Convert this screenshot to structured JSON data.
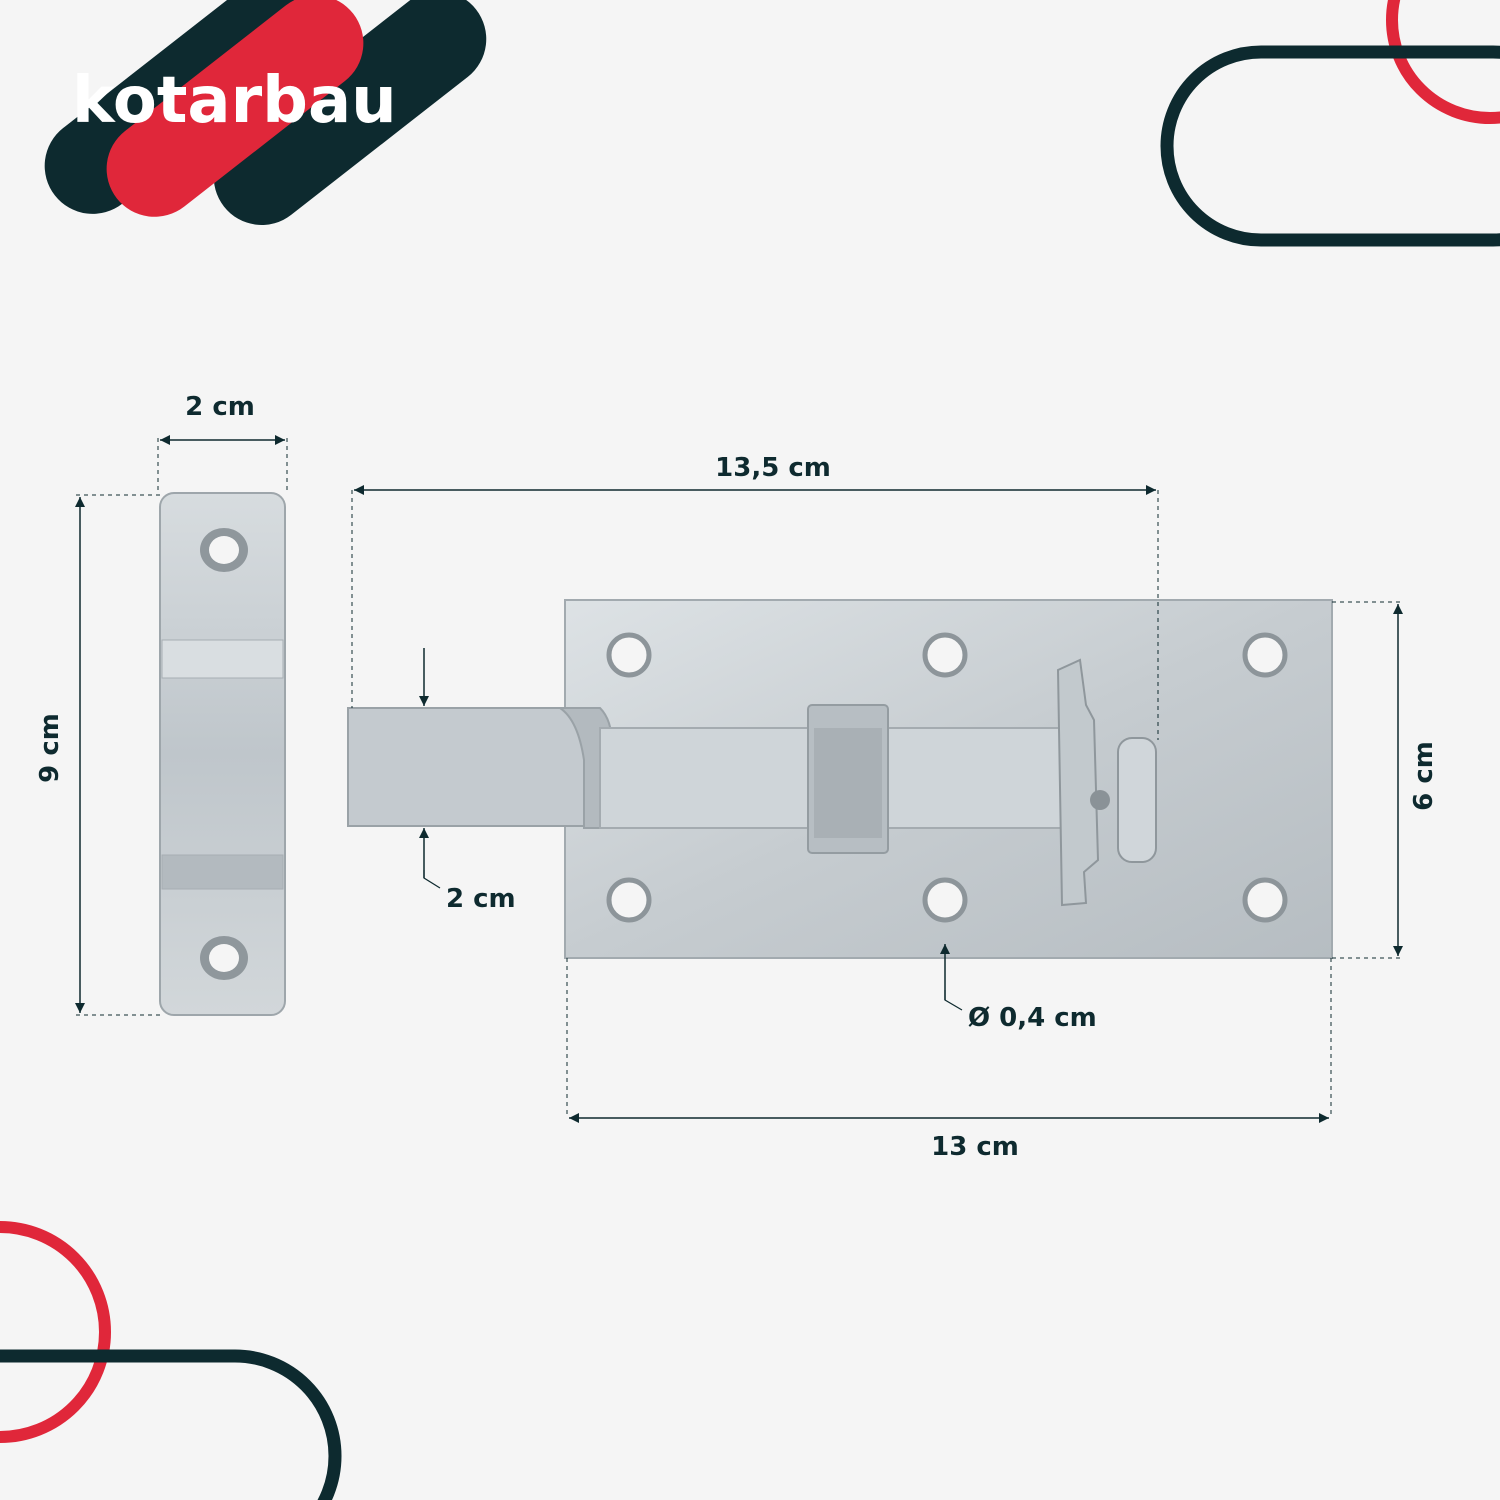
{
  "brand": {
    "name": "kotarbau",
    "colors": {
      "dark": "#0d2a2f",
      "red": "#e0273a",
      "background": "#f5f5f5",
      "metal": "#c9cfd3"
    }
  },
  "dimensions": {
    "strike_width": "2 cm",
    "strike_height": "9 cm",
    "bolt_total_length": "13,5 cm",
    "bolt_thickness": "2 cm",
    "plate_length": "13 cm",
    "plate_height": "6 cm",
    "hole_diameter": "Ø 0,4 cm"
  }
}
